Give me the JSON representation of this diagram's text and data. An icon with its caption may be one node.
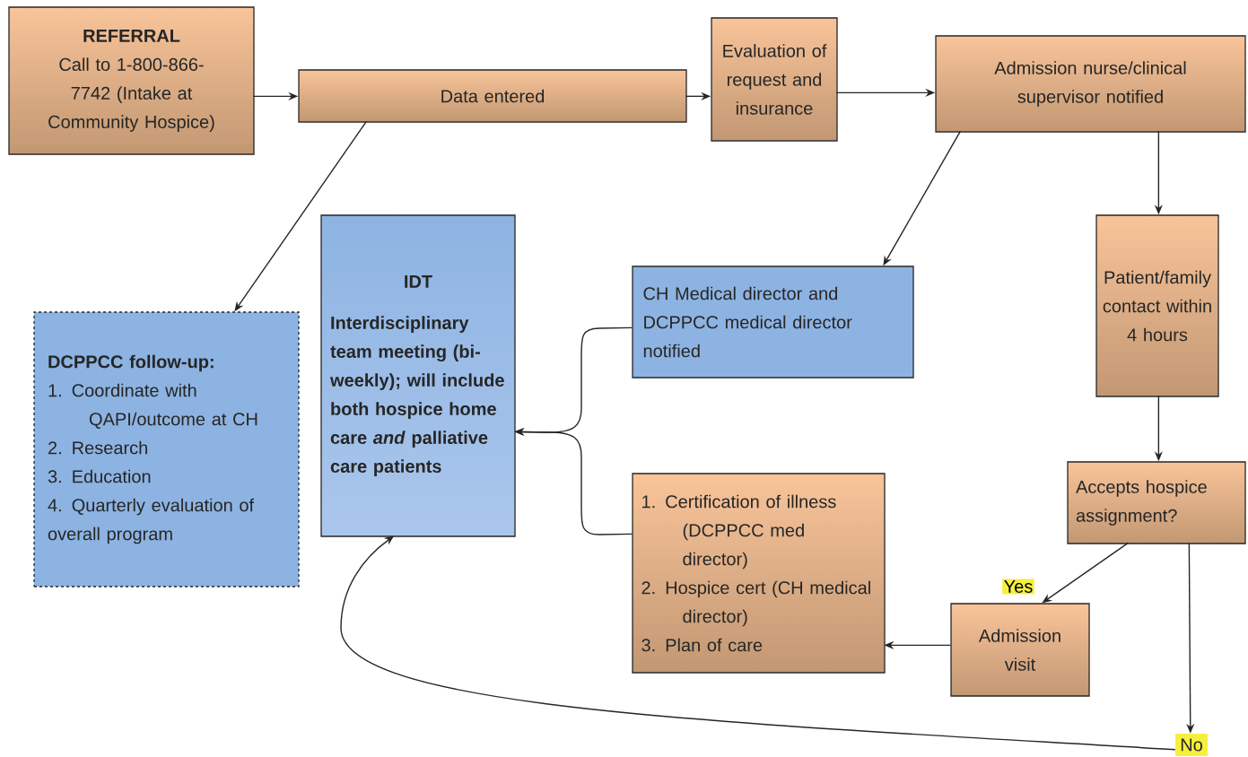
{
  "diagram": {
    "nodes": [
      {
        "text": [
          "REFERRAL",
          "Call to 1-800-866-7742 (Intake at Community Hospice)"
        ]
      },
      {
        "text": [
          "Data entered"
        ]
      },
      {
        "text": [
          "Evaluation of request and insurance"
        ]
      },
      {
        "text": [
          "Admission nurse/clinical supervisor notified"
        ]
      },
      {
        "text": [
          "DCPPCC follow-up:",
          "1. Coordinate with QAPI/outcome at CH",
          "2. Research",
          "3. Education",
          "4. Quarterly evaluation of overall program"
        ]
      },
      {
        "text": [
          "IDT",
          "Interdisciplinary team meeting (bi-weekly); will include both hospice home care *and* palliative care patients"
        ]
      },
      {
        "text": [
          "CH Medical director and DCPPCC medical director notified"
        ]
      },
      {
        "text": [
          "Patient/family contact within 4 hours"
        ]
      },
      {
        "text": [
          "1. Certification of illness (DCPPCC med director)",
          "2. Hospice cert (CH medical director)",
          "3. Plan of care"
        ]
      },
      {
        "text": [
          "Accepts hospice assignment?"
        ]
      },
      {
        "text": [
          "Admission visit"
        ]
      },
      {
        "text": [
          "No"
        ]
      }
    ],
    "edges": [
      {
        "from": 0,
        "to": 1,
        "arrow": "to"
      },
      {
        "from": 1,
        "to": 2,
        "arrow": "to"
      },
      {
        "from": 2,
        "to": 3,
        "arrow": "to"
      },
      {
        "from": 1,
        "to": 4,
        "arrow": "to"
      },
      {
        "from": 3,
        "to": 6,
        "arrow": "to"
      },
      {
        "from": 3,
        "to": 7,
        "arrow": "to"
      },
      {
        "from": 7,
        "to": 9,
        "arrow": "to"
      },
      {
        "from": 9,
        "to": 10,
        "arrow": "to",
        "label": "Yes"
      },
      {
        "from": 10,
        "to": 8,
        "arrow": "to"
      },
      {
        "from": 6,
        "to": 5,
        "arrow": "to"
      },
      {
        "from": 8,
        "to": 5,
        "arrow": "to"
      },
      {
        "from": 9,
        "to": 11,
        "arrow": "to"
      },
      {
        "from": 11,
        "to": 5,
        "arrow": "to"
      }
    ]
  }
}
